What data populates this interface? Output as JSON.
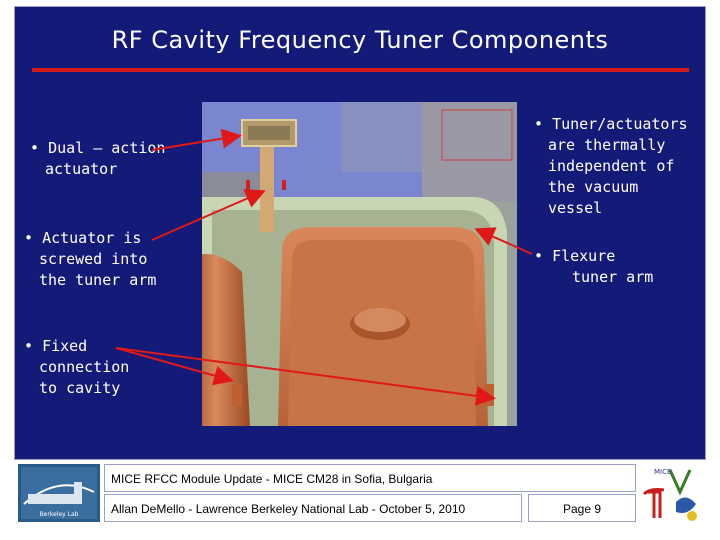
{
  "slide": {
    "title": "RF Cavity Frequency Tuner Components"
  },
  "bullets": {
    "left": [
      {
        "marker": "•",
        "lines": [
          "Dual – action",
          "actuator"
        ]
      },
      {
        "marker": "•",
        "lines": [
          "Actuator is",
          "screwed into",
          "the tuner arm"
        ]
      },
      {
        "marker": "•",
        "lines": [
          "Fixed",
          "connection",
          "to cavity"
        ]
      }
    ],
    "right": [
      {
        "marker": "•",
        "lines": [
          "Tuner/actuators",
          "are thermally",
          "independent of",
          "the vacuum",
          "vessel"
        ]
      },
      {
        "marker": "•",
        "lines": [
          "Flexure",
          "tuner arm"
        ]
      }
    ]
  },
  "footer": {
    "event": "MICE RFCC Module Update - MICE CM28 in Sofia, Bulgaria",
    "author": "Allan DeMello - Lawrence Berkeley National Lab - October 5, 2010",
    "page": "Page 9",
    "left_logo_caption": "Berkeley Lab",
    "right_logo_caption": "MICE"
  },
  "colors": {
    "panel": "#141a78",
    "title_rule": "#d21a1a",
    "arrow": "#e01818",
    "copper": "#c06a3c"
  }
}
